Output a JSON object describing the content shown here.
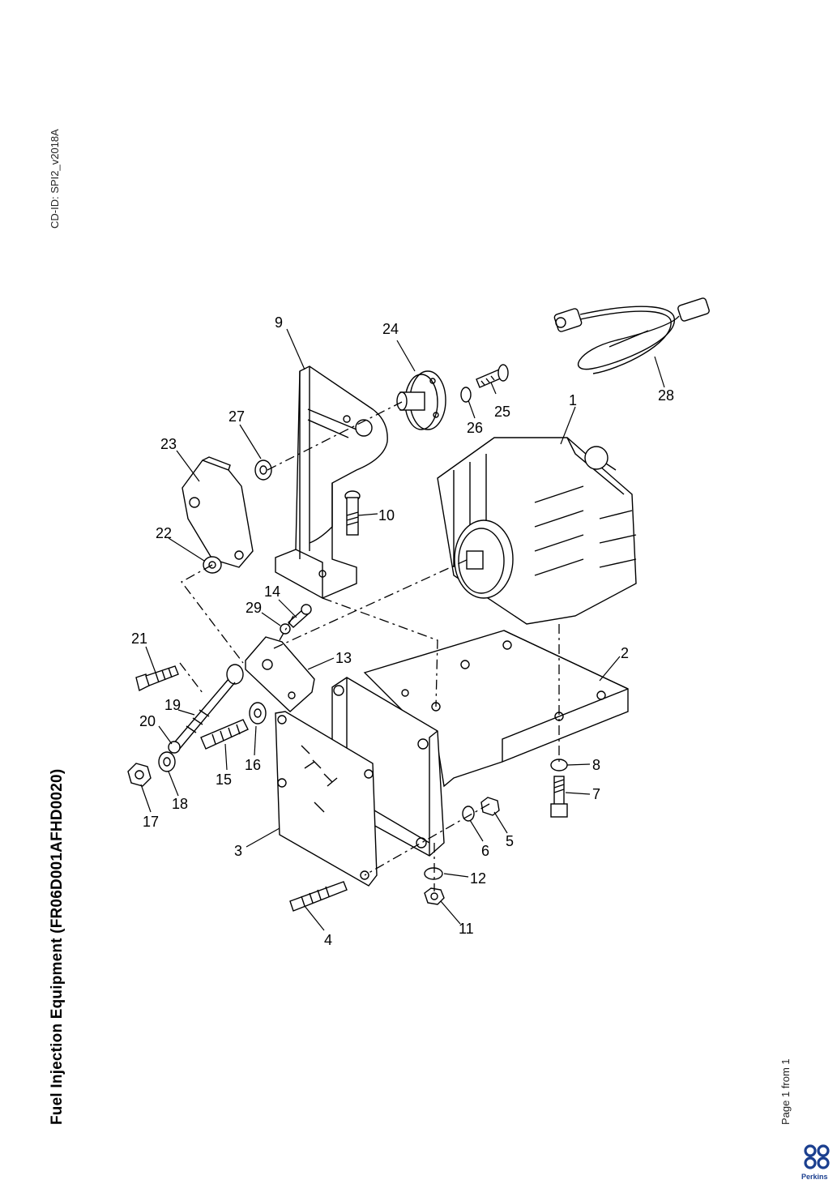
{
  "header": {
    "cd_id": "CD-ID: SPI2_v2018A"
  },
  "title": "Fuel Injection Equipment (FR06D001AFHD0020)",
  "footer": {
    "page": "Page 1 from 1",
    "brand": "Perkins"
  },
  "brand_color": "#1b3f8f",
  "callouts": {
    "c1": "1",
    "c2": "2",
    "c3": "3",
    "c4": "4",
    "c5": "5",
    "c6": "6",
    "c7": "7",
    "c8": "8",
    "c9": "9",
    "c10": "10",
    "c11": "11",
    "c12": "12",
    "c13": "13",
    "c14": "14",
    "c15": "15",
    "c16": "16",
    "c17": "17",
    "c18": "18",
    "c19": "19",
    "c20": "20",
    "c21": "21",
    "c22": "22",
    "c23": "23",
    "c24": "24",
    "c25": "25",
    "c26": "26",
    "c27": "27",
    "c28": "28",
    "c29": "29"
  }
}
